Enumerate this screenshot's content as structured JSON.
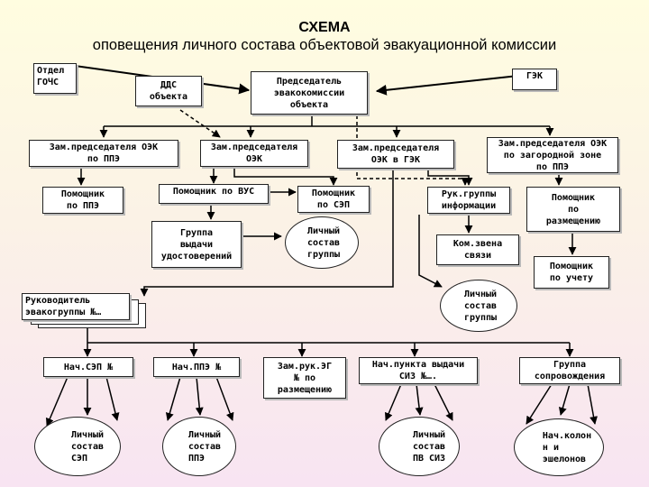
{
  "title": "СХЕМА",
  "subtitle": "оповещения личного состава объектовой эвакуационной комиссии",
  "nodes": {
    "gochs": "Отдел\nГОЧС",
    "dds": "ДДС\nобъекта",
    "chair": "Председатель\nэвакокомиссии\nобъекта",
    "gek": "ГЭК",
    "dep_ppe": "Зам.председателя ОЭК\nпо ППЭ",
    "dep_oek": "Зам.председателя\nОЭК",
    "dep_gek": "Зам.председателя\nОЭК в ГЭК",
    "dep_zone": "Зам.председателя ОЭК\nпо загородной зоне\nпо ППЭ",
    "asst_ppe": "Помощник\nпо ППЭ",
    "asst_vus": "Помощник по ВУС",
    "asst_sep": "Помощник\nпо СЭП",
    "info_head": "Рук.группы\nинформации",
    "asst_place": "Помощник\nпо\nразмещению",
    "id_group": "Группа\nвыдачи\nудостоверений",
    "staff_group1": "Личный\nсостав\nгруппы",
    "comm": "Ком.звена\nсвязи",
    "asst_account": "Помощник\nпо учету",
    "evac_head": "Руководитель\nэвакогруппы №…",
    "staff_group2": "Личный\nсостав\nгруппы",
    "nach_sep": "Нач.СЭП №",
    "nach_ppe": "Нач.ППЭ №",
    "dep_eg": "Зам.рук.ЭГ\n№ по\nразмещению",
    "nach_siz": "Нач.пункта выдачи\nСИЗ №….",
    "escort": "Группа\nсопровождения",
    "staff_sep": "Личный\nсостав\nСЭП",
    "staff_ppe": "Личный\nсостав\nППЭ",
    "staff_siz": "Личный\nсостав\nПВ СИЗ",
    "columns": "Нач.колон\nн и\nэшелонов"
  }
}
